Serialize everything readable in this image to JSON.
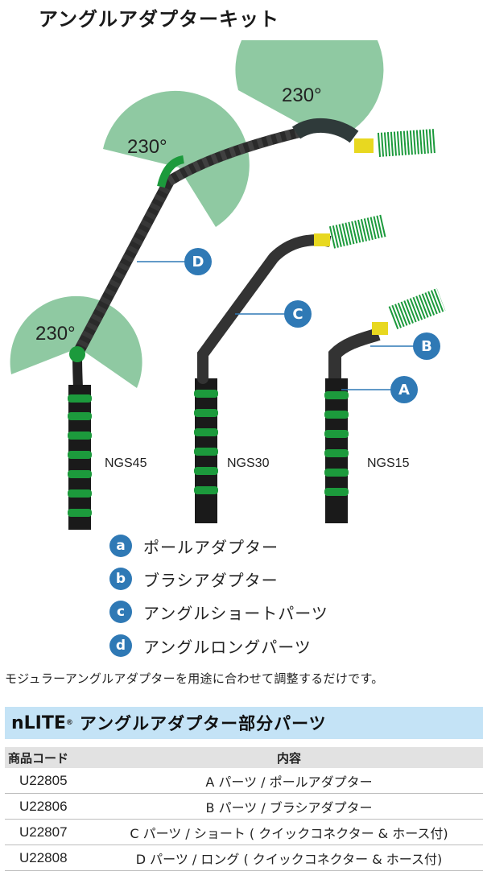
{
  "title": "アングルアダプターキット",
  "figure": {
    "angle_labels": [
      "230°",
      "230°",
      "230°"
    ],
    "callouts": [
      "D",
      "C",
      "B",
      "A"
    ],
    "models": [
      "NGS45",
      "NGS30",
      "NGS15"
    ]
  },
  "legend": [
    {
      "badge": "a",
      "text": "ポールアダプター"
    },
    {
      "badge": "b",
      "text": "ブラシアダプター"
    },
    {
      "badge": "c",
      "text": "アングルショートパーツ"
    },
    {
      "badge": "d",
      "text": "アングルロングパーツ"
    }
  ],
  "description": "モジュラーアングルアダプターを用途に合わせて調整するだけです。",
  "table": {
    "title_brand": "nLITE",
    "title_reg": "®",
    "title_rest": "アングルアダプター部分パーツ",
    "headers": {
      "code": "商品コード",
      "content": "内容"
    },
    "rows": [
      {
        "code": "U22805",
        "content": "A パーツ / ポールアダプター"
      },
      {
        "code": "U22806",
        "content": "B パーツ / ブラシアダプター"
      },
      {
        "code": "U22807",
        "content": "C パーツ / ショート ( クイックコネクター & ホース付)"
      },
      {
        "code": "U22808",
        "content": "D パーツ / ロング ( クイックコネクター & ホース付)"
      }
    ]
  },
  "colors": {
    "accent_blue": "#2f79b5",
    "sector_green": "#8fc9a2",
    "table_header_bg": "#c4e3f6",
    "pole_green": "#1c9a3c"
  }
}
